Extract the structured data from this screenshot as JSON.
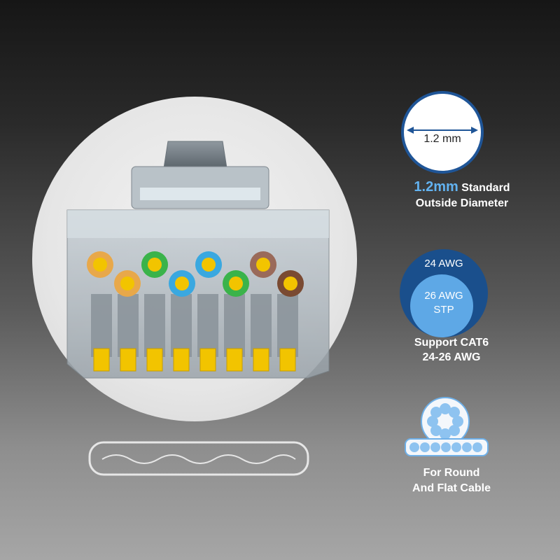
{
  "diameter": {
    "dimension_label": "1.2 mm",
    "headline_value": "1.2mm",
    "headline_rest": "Standard",
    "subline": "Outside Diameter"
  },
  "awg": {
    "outer_label": "24 AWG",
    "inner_label_line1": "26 AWG",
    "inner_label_line2": "STP",
    "caption_line1": "Support CAT6",
    "caption_line2": "24-26 AWG"
  },
  "cable": {
    "caption_line1": "For Round",
    "caption_line2": "And Flat Cable"
  },
  "colors": {
    "accent_blue": "#62b2f0",
    "dark_blue": "#1a4f8c",
    "border_blue": "#1f5597",
    "gold_contacts": "#f2c400"
  },
  "wires": [
    {
      "color": "#e8a84a"
    },
    {
      "color": "#e8a84a"
    },
    {
      "color": "#3ab34a"
    },
    {
      "color": "#3aa8e0"
    },
    {
      "color": "#3aa8e0"
    },
    {
      "color": "#3ab34a"
    },
    {
      "color": "#9a6a5a"
    },
    {
      "color": "#7a4a32"
    }
  ]
}
